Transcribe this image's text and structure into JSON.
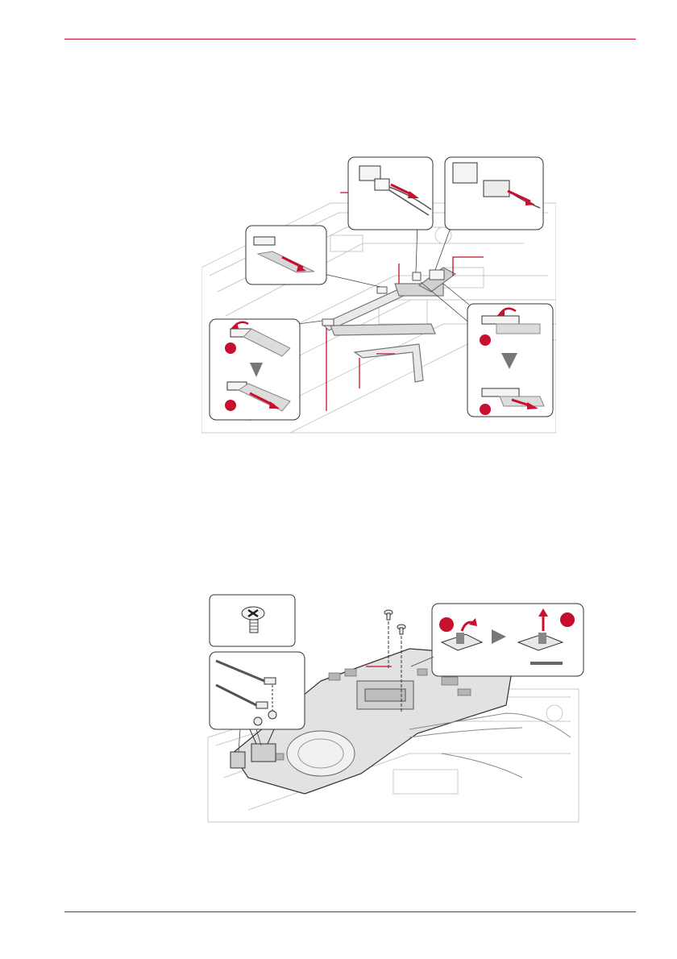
{
  "page": {
    "accent_color": "#c8102e",
    "header_rule_color": "#c8102e",
    "footer_rule_color": "#c8102e"
  },
  "figure_top": {
    "description_icons": [
      "flat-cable-connector",
      "wire-connector",
      "lock-lever-connector",
      "down-arrow-icon"
    ]
  },
  "figure_bottom": {
    "description_icons": [
      "screw-icon",
      "antenna-cable",
      "motherboard-board",
      "tab-connector-icon"
    ]
  }
}
